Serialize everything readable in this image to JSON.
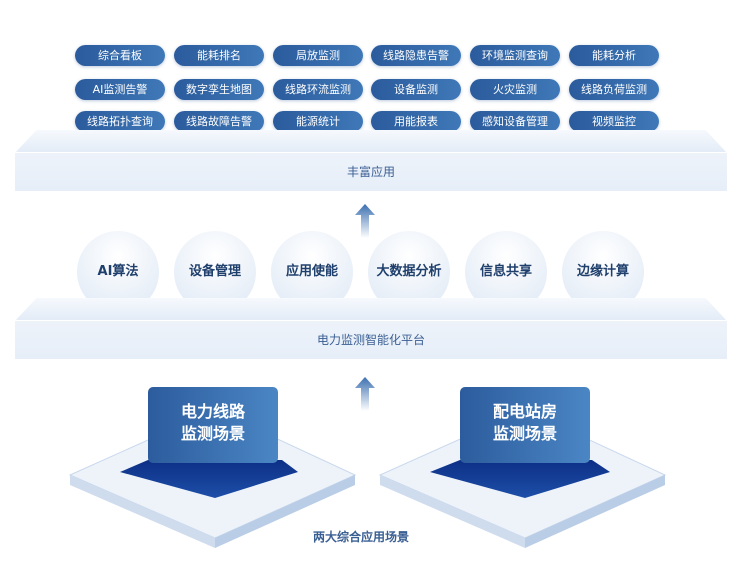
{
  "apps": [
    "综合看板",
    "能耗排名",
    "局放监测",
    "线路隐患告警",
    "环境监测查询",
    "能耗分析",
    "AI监测告警",
    "数字孪生地图",
    "线路环流监测",
    "设备监测",
    "火灾监测",
    "线路负荷监测",
    "线路拓扑查询",
    "线路故障告警",
    "能源统计",
    "用能报表",
    "感知设备管理",
    "视频监控"
  ],
  "layer1": "丰富应用",
  "capabilities": [
    "AI算法",
    "设备管理",
    "应用使能",
    "大数据分析",
    "信息共享",
    "边缘计算"
  ],
  "layer2": "电力监测智能化平台",
  "scenes": [
    {
      "line1": "电力线路",
      "line2": "监测场景"
    },
    {
      "line1": "配电站房",
      "line2": "监测场景"
    }
  ],
  "layer3": "两大综合应用场景"
}
